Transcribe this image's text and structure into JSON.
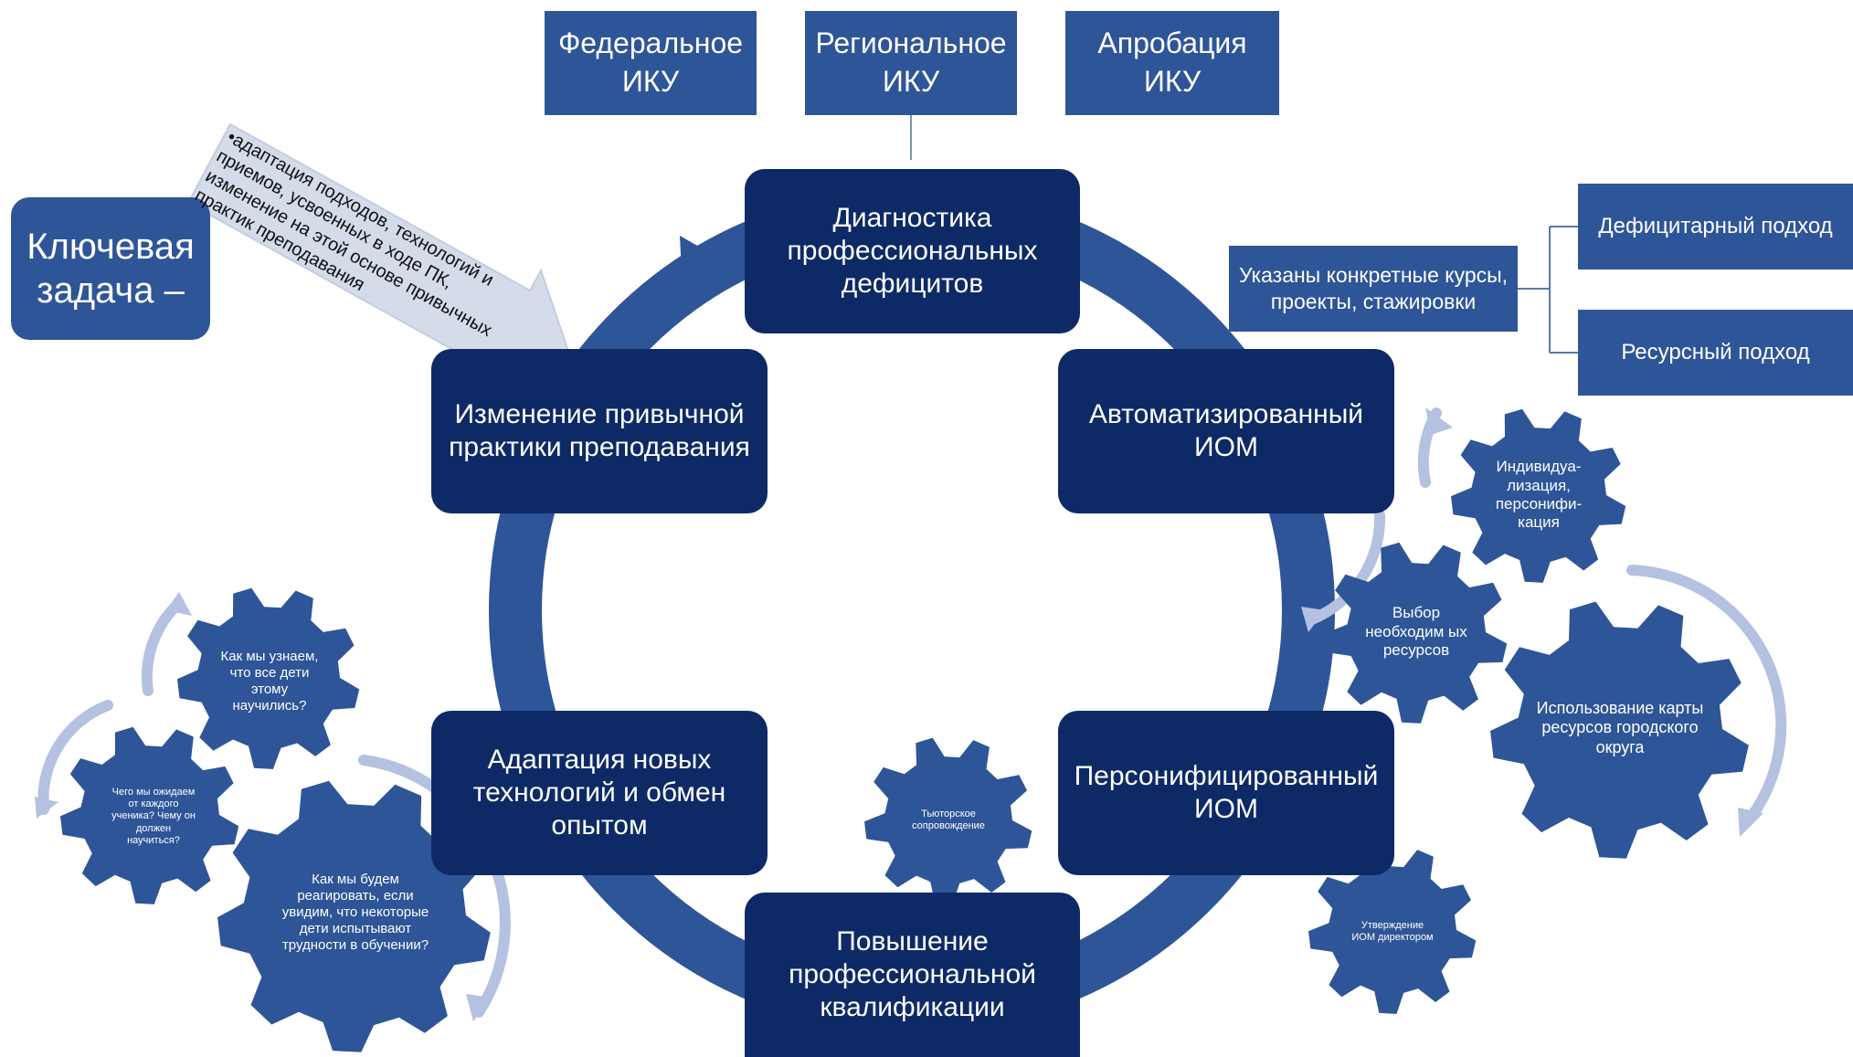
{
  "top_labels": [
    "Федеральное ИКУ",
    "Региональное ИКУ",
    "Апробация ИКУ"
  ],
  "key_task": "Ключевая задача –",
  "key_arrow_text": "•адаптация подходов, технологий и приемов, усвоенных в ходе ПК, изменение на этой основе привычных практик преподавания",
  "cycle": {
    "diagnostics": "Диагностика профессиональных дефицитов",
    "auto_iom": "Автоматизированный ИОМ",
    "personal_iom": "Персонифицированный ИОМ",
    "qualification": "Повышение профессиональной квалификации",
    "adaptation": "Адаптация новых технологий и обмен опытом",
    "change": "Изменение привычной практики преподавания"
  },
  "courses_note": "Указаны конкретные курсы, проекты, стажировки",
  "approaches": [
    "Дефицитарный подход",
    "Ресурсный подход"
  ],
  "right_gears": {
    "individualization": "Индивидуа-лизация, персонифи-кация",
    "resources": "Выбор необходим ых ресурсов",
    "map": "Использование карты ресурсов городского округа",
    "approval": "Утверждение ИОМ директором"
  },
  "tutor_gear": "Тьюторское сопровождение",
  "left_gears": {
    "how_know": "Как мы узнаем, что все дети этому научились?",
    "expect": "Чего мы ожидаем от каждого ученика? Чему он должен научиться?",
    "react": "Как мы будем реагировать, если увидим, что некоторые дети испытывают трудности в обучении?"
  },
  "colors": {
    "navy": "#0e2a66",
    "medium": "#2e5598",
    "light": "#b4c1e0",
    "gear": "#2e5598"
  }
}
